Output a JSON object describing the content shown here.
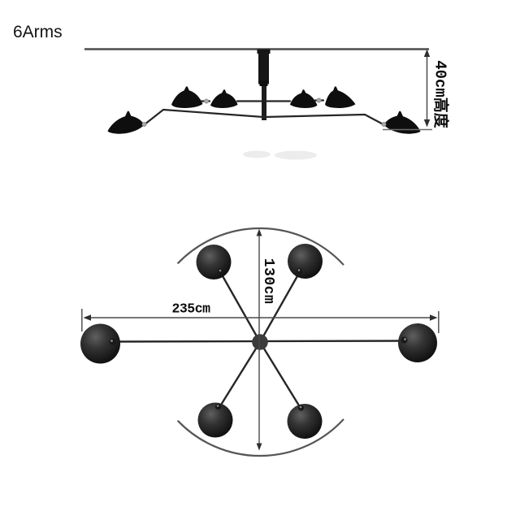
{
  "page": {
    "background": "#ffffff"
  },
  "title": "6Arms",
  "side_view": {
    "description": "6-arm ceiling lamp, side elevation",
    "height_dimension": "40cm高度"
  },
  "plan_view": {
    "description": "6-arm ceiling lamp, top plan view",
    "width_dimension": "235cm",
    "diameter_dimension": "130cm",
    "arm_count": 6
  },
  "colors": {
    "ink": "#262626",
    "shade": "#0e0e0e",
    "ceiling_line": "#4d4d4d",
    "arc": "#565656",
    "dimension_line": "#4a4a4a",
    "arrow": "#2f2f2f",
    "joint": "#a8a8a8",
    "hub": "#3c3c3c"
  }
}
